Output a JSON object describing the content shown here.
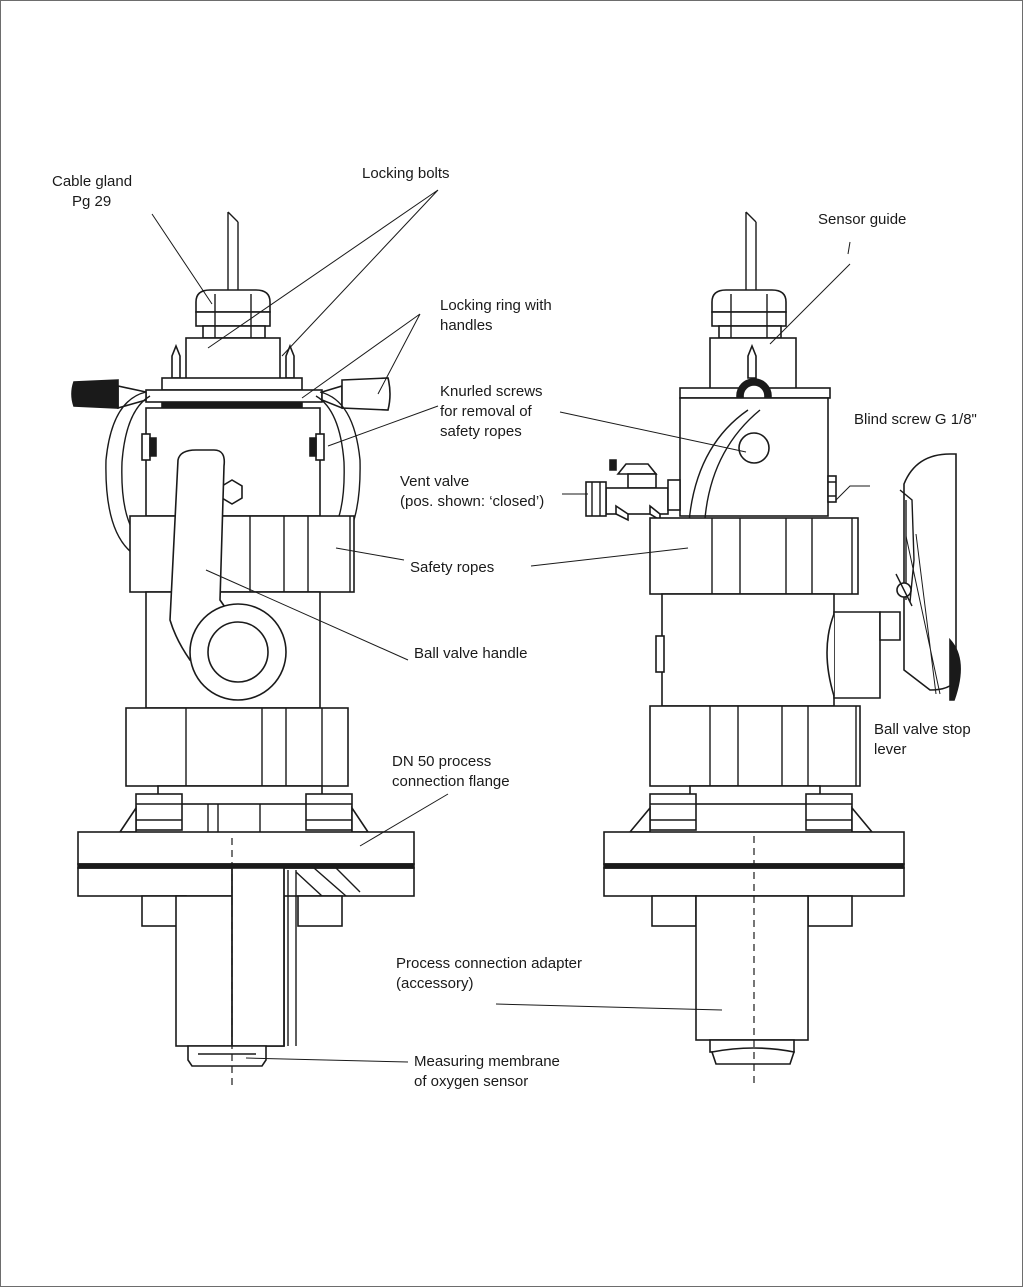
{
  "labels": {
    "cable_gland_1": "Cable gland",
    "cable_gland_2": "Pg 29",
    "locking_bolts": "Locking bolts",
    "locking_ring_1": "Locking ring with",
    "locking_ring_2": "handles",
    "knurled_1": "Knurled screws",
    "knurled_2": "for removal of",
    "knurled_3": "safety ropes",
    "vent_1": "Vent valve",
    "vent_2": "(pos. shown: ‘closed’)",
    "safety_ropes": "Safety ropes",
    "ball_valve_handle": "Ball valve handle",
    "flange_1": "DN 50 process",
    "flange_2": "connection flange",
    "adapter_1": "Process connection adapter",
    "adapter_2": "(accessory)",
    "membrane_1": "Measuring membrane",
    "membrane_2": "of oxygen sensor",
    "sensor_guide": "Sensor guide",
    "blind_screw": "Blind screw G 1/8\"",
    "stop_lever_1": "Ball valve stop",
    "stop_lever_2": "lever"
  }
}
